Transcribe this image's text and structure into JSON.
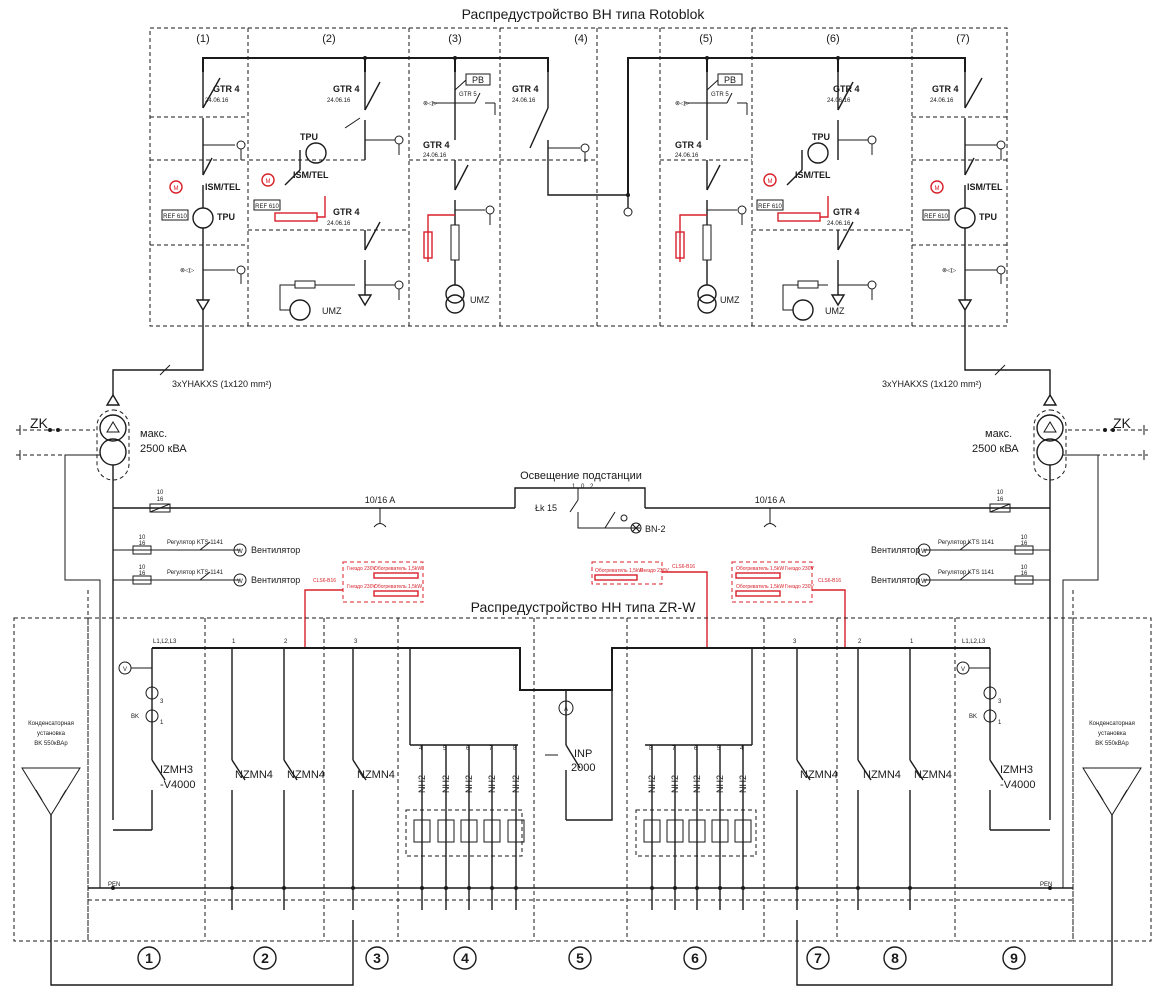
{
  "hv_title": "Распредустройство ВН типа Rotoblok",
  "lv_title": "Распредустройство НН типа ZR-W",
  "hv_fields": [
    "(1)",
    "(2)",
    "(3)",
    "(4)",
    "(5)",
    "(6)",
    "(7)"
  ],
  "gtr_label": "GTR 4",
  "gtr_date": "24.06.16",
  "gtr5_label": "GTR 5",
  "pb_label": "PB",
  "tpu_label": "TPU",
  "ism_label": "ISM/TEL",
  "ref_label": "REF 610",
  "umz_label": "UMZ",
  "m_label": "M",
  "cable_label": "3xYHAKXS (1x120 mm²)",
  "zk_label": "ZK",
  "trafo_max": "макс.",
  "trafo_power": "2500 кВА",
  "fuse_ratio_num": "10",
  "fuse_ratio_den": "16",
  "fuse_rating": "10/16 A",
  "lighting_label": "Освещение подстанции",
  "lk_label": "Łk 15",
  "switch_positions": [
    "1",
    "0",
    "2"
  ],
  "bn_label": "BN-2",
  "regulator_label": "Регулятор KTS 1141",
  "fan_label": "Вентилятор",
  "cls_label": "CLS6-B16",
  "heater_label": "Обогреватель 1,5kW",
  "socket_label": "Гнездо 230V",
  "bus_label": "L1,L2,L3",
  "phase_nums": [
    "1",
    "2",
    "3"
  ],
  "cap_label_1": "Конденсаторная",
  "cap_label_2": "установка",
  "cap_label_3": "BK 550кВАр",
  "izmh_1": "IZMH3",
  "izmh_2": "-V4000",
  "nzmn_label": "NZMN4",
  "nh2_label": "NH2",
  "inp_1": "INP",
  "inp_2": "2000",
  "bk_label": "BK",
  "pen_label": "PEN",
  "feeder_nums_left": [
    "4",
    "5",
    "6",
    "7",
    "8"
  ],
  "feeder_nums_right": [
    "8",
    "7",
    "6",
    "5",
    "4"
  ],
  "lv_fields": [
    "1",
    "2",
    "3",
    "4",
    "5",
    "6",
    "7",
    "8",
    "9"
  ],
  "colors": {
    "line": "#1a1a1a",
    "accent": "#d8202a",
    "background": "#ffffff"
  }
}
